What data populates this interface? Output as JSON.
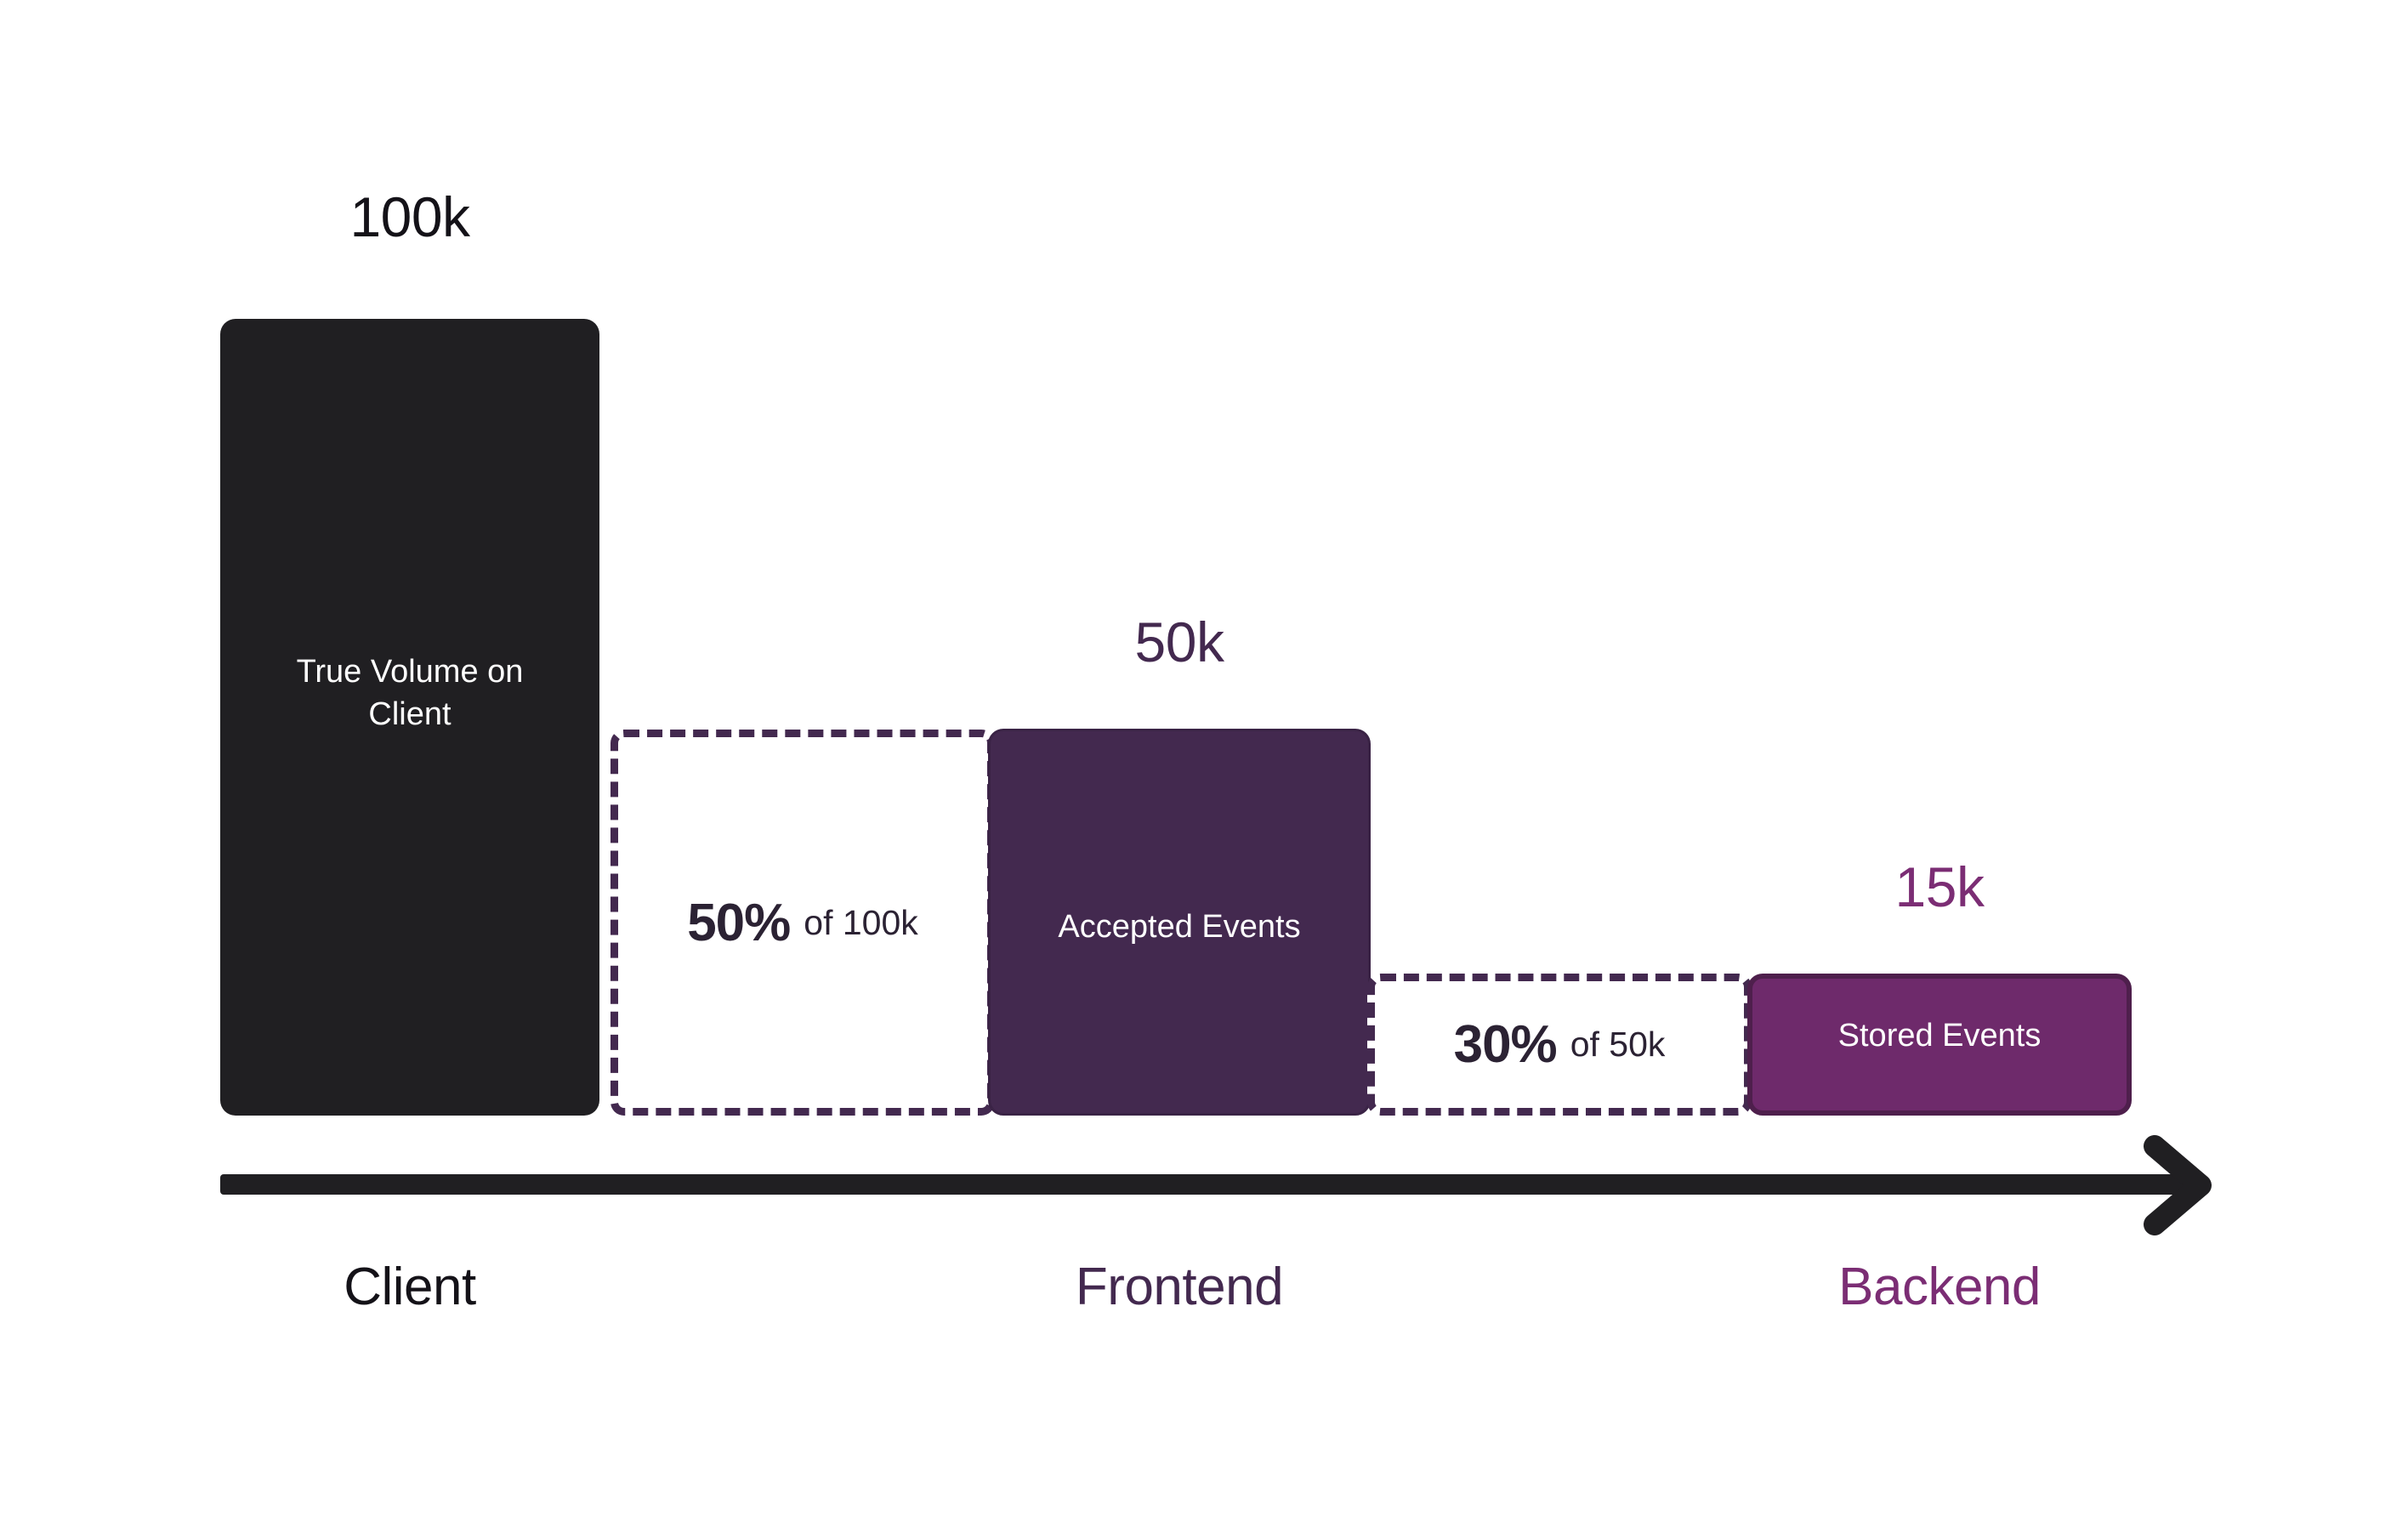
{
  "chart_data": {
    "type": "bar",
    "title": "",
    "subtitle": "",
    "xlabel": "",
    "ylabel": "",
    "grid": false,
    "legend_position": "none",
    "categories": [
      "Client",
      "Frontend",
      "Backend"
    ],
    "stages": [
      {
        "stage": "Client",
        "value": 100000,
        "value_label": "100k",
        "bar_label": "True Volume on Client",
        "fill": "#201F22",
        "text_color": "#ffffff",
        "label_color": "#141218"
      },
      {
        "stage": "Frontend",
        "value": 50000,
        "value_label": "50k",
        "bar_label": "Accepted Events",
        "fill": "#43294F",
        "text_color": "#ffffff",
        "label_color": "#43294F"
      },
      {
        "stage": "Backend",
        "value": 15000,
        "value_label": "15k",
        "bar_label": "Stored Events",
        "fill": "#6E2A6B",
        "text_color": "#ffffff",
        "label_color": "#7B2D74"
      }
    ],
    "dropoffs": [
      {
        "percent_label": "50%",
        "of_label": "of 100k",
        "from_value": 100000,
        "to_value": 50000,
        "retained_fraction": 0.5
      },
      {
        "percent_label": "30%",
        "of_label": "of 50k",
        "from_value": 50000,
        "to_value": 15000,
        "retained_fraction": 0.3
      }
    ],
    "ylim": [
      0,
      100000
    ],
    "annotations": [
      "100k",
      "True Volume on Client",
      "50% of 100k",
      "50k",
      "Accepted Events",
      "30% of 50k",
      "15k",
      "Stored Events"
    ]
  },
  "axis": {
    "arrow_icon": "arrow-right-icon",
    "color": "#201F22",
    "labels": [
      "Client",
      "Frontend",
      "Backend"
    ]
  },
  "colors": {
    "background": "#ffffff",
    "client_fill": "#201F22",
    "accepted_fill": "#43294F",
    "stored_fill": "#6E2A6B",
    "stored_border": "#4E1F4C",
    "dashed_border": "#43294F",
    "client_label": "#141218",
    "frontend_label": "#43294F",
    "backend_label": "#7B2D74",
    "dropoff_text": "#2B2233"
  }
}
